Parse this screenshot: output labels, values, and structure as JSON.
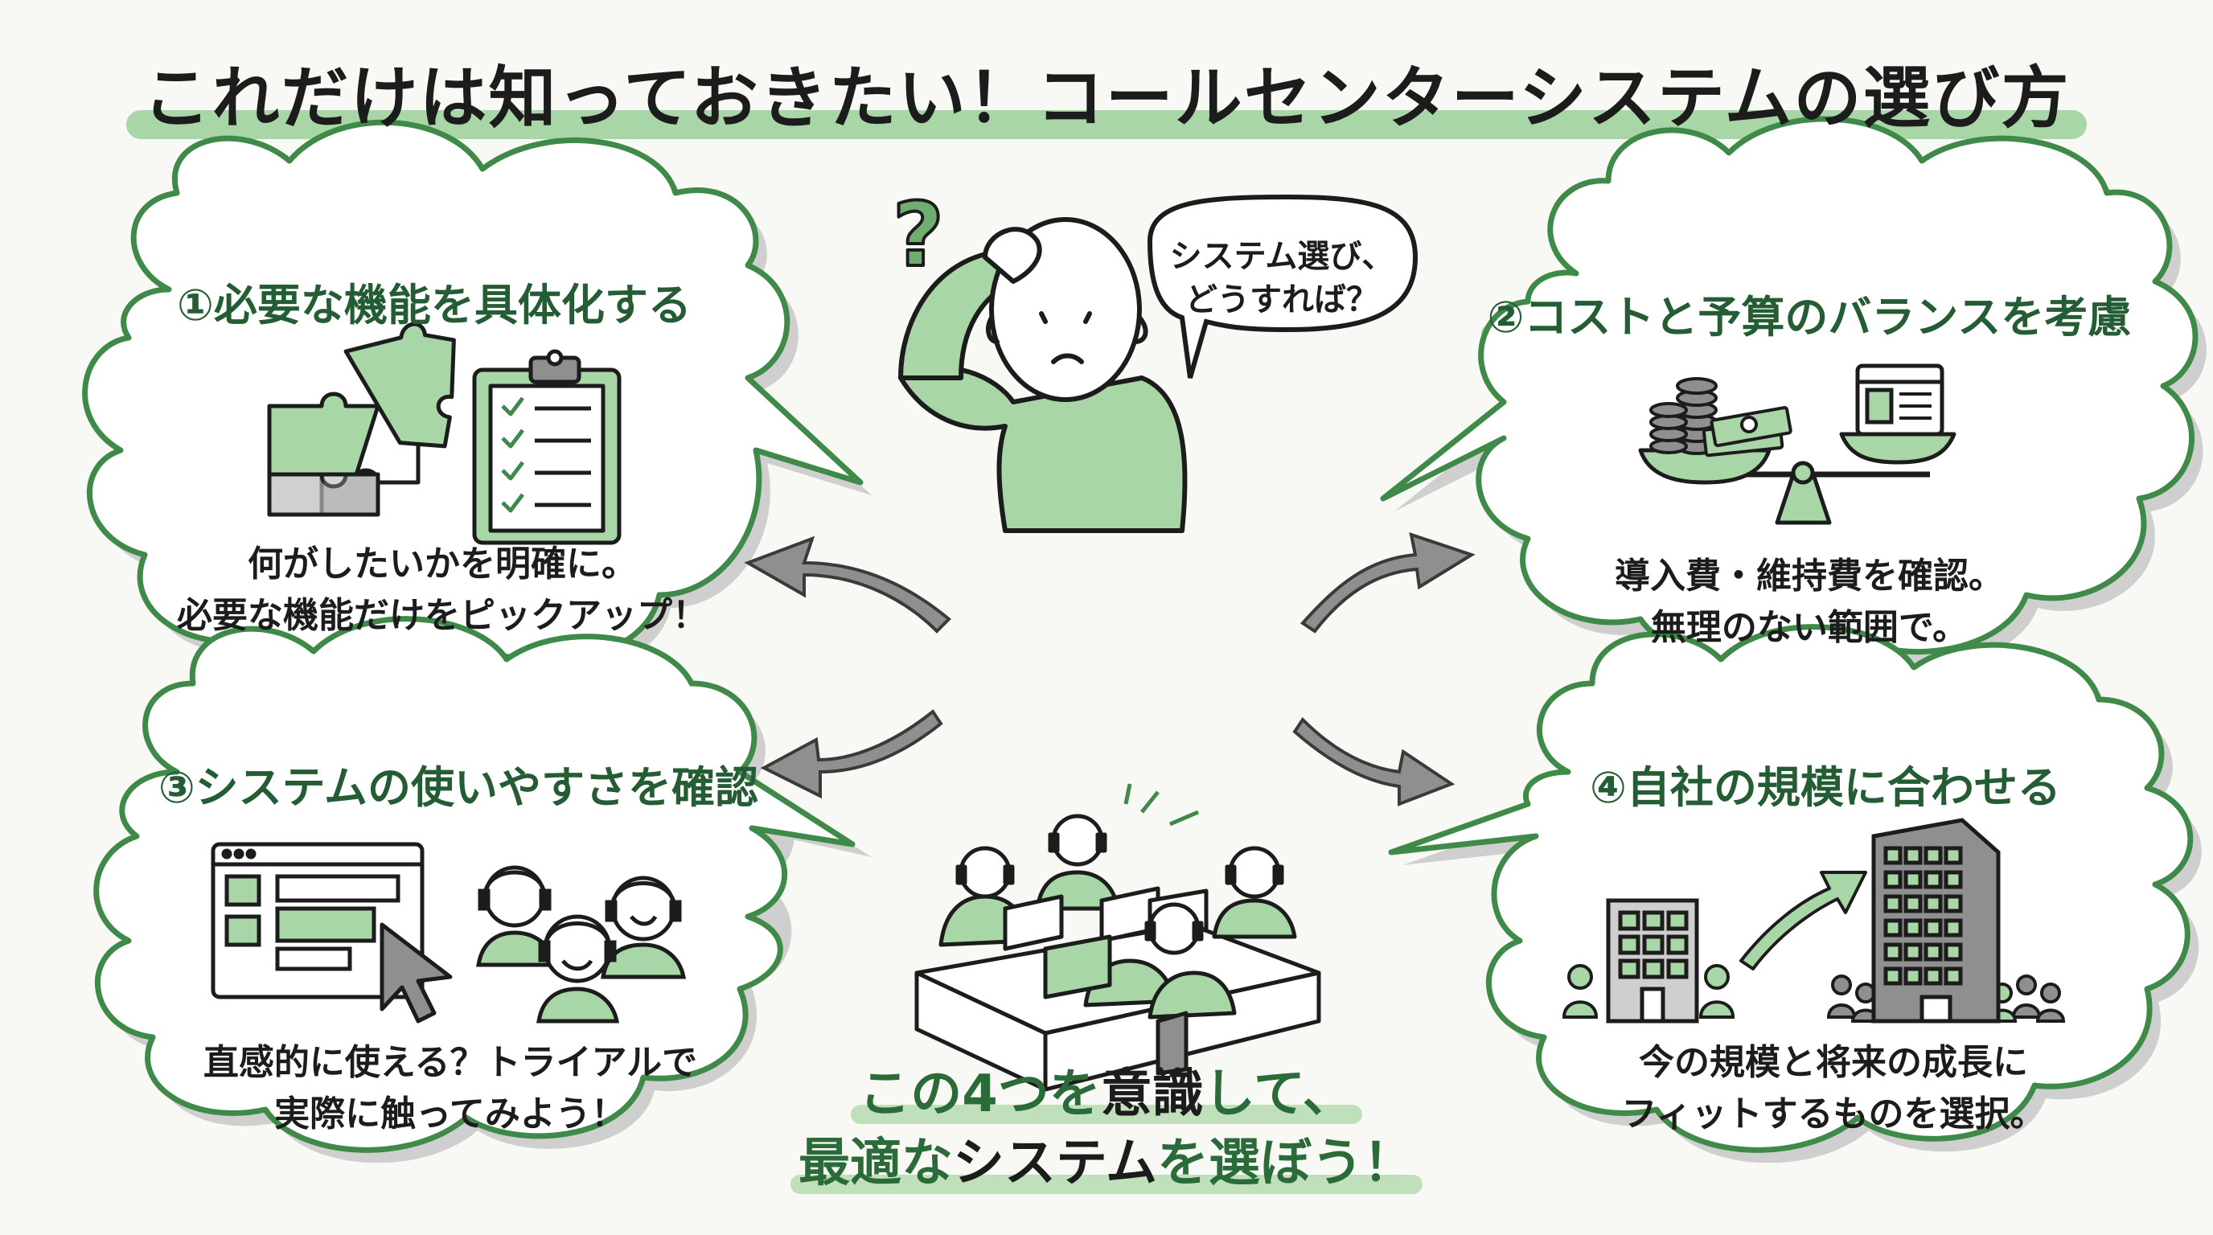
{
  "title": "これだけは知っておきたい！コールセンターシステムの選び方",
  "speech_bubble": [
    "システム選び、",
    "どうすれば？"
  ],
  "sections": [
    {
      "heading": "①必要な機能を具体化する",
      "description": [
        "何がしたいかを明確に。",
        "必要な機能だけをピックアップ！"
      ],
      "icons": [
        "puzzle-icon",
        "clipboard-checklist-icon"
      ]
    },
    {
      "heading": "②コストと予算のバランスを考慮",
      "description": [
        "導入費・維持費を確認。",
        "無理のない範囲で。"
      ],
      "icons": [
        "coins-icon",
        "money-bills-icon",
        "balance-scale-icon",
        "browser-window-icon"
      ]
    },
    {
      "heading": "③システムの使いやすさを確認",
      "description": [
        "直感的に使える？トライアルで",
        "実際に触ってみよう！"
      ],
      "icons": [
        "app-window-icon",
        "cursor-icon",
        "operator-headset-icon"
      ]
    },
    {
      "heading": "④自社の規模に合わせる",
      "description": [
        "今の規模と将来の成長に",
        "フィットするものを選択。"
      ],
      "icons": [
        "small-building-icon",
        "growth-arrow-icon",
        "large-building-icon",
        "people-icon"
      ]
    }
  ],
  "cta": {
    "line1_prefix": "この4つを",
    "line1_emph": "意識",
    "line1_suffix": "して、",
    "line2_prefix": "最適な",
    "line2_emph": "システム",
    "line2_suffix": "を選ぼう！"
  },
  "colors": {
    "accent_green": "#5a9e5f",
    "light_green": "#a9d6a6",
    "dark_green": "#245c33",
    "gray": "#8f8f8f",
    "background": "#f8f8f5"
  }
}
